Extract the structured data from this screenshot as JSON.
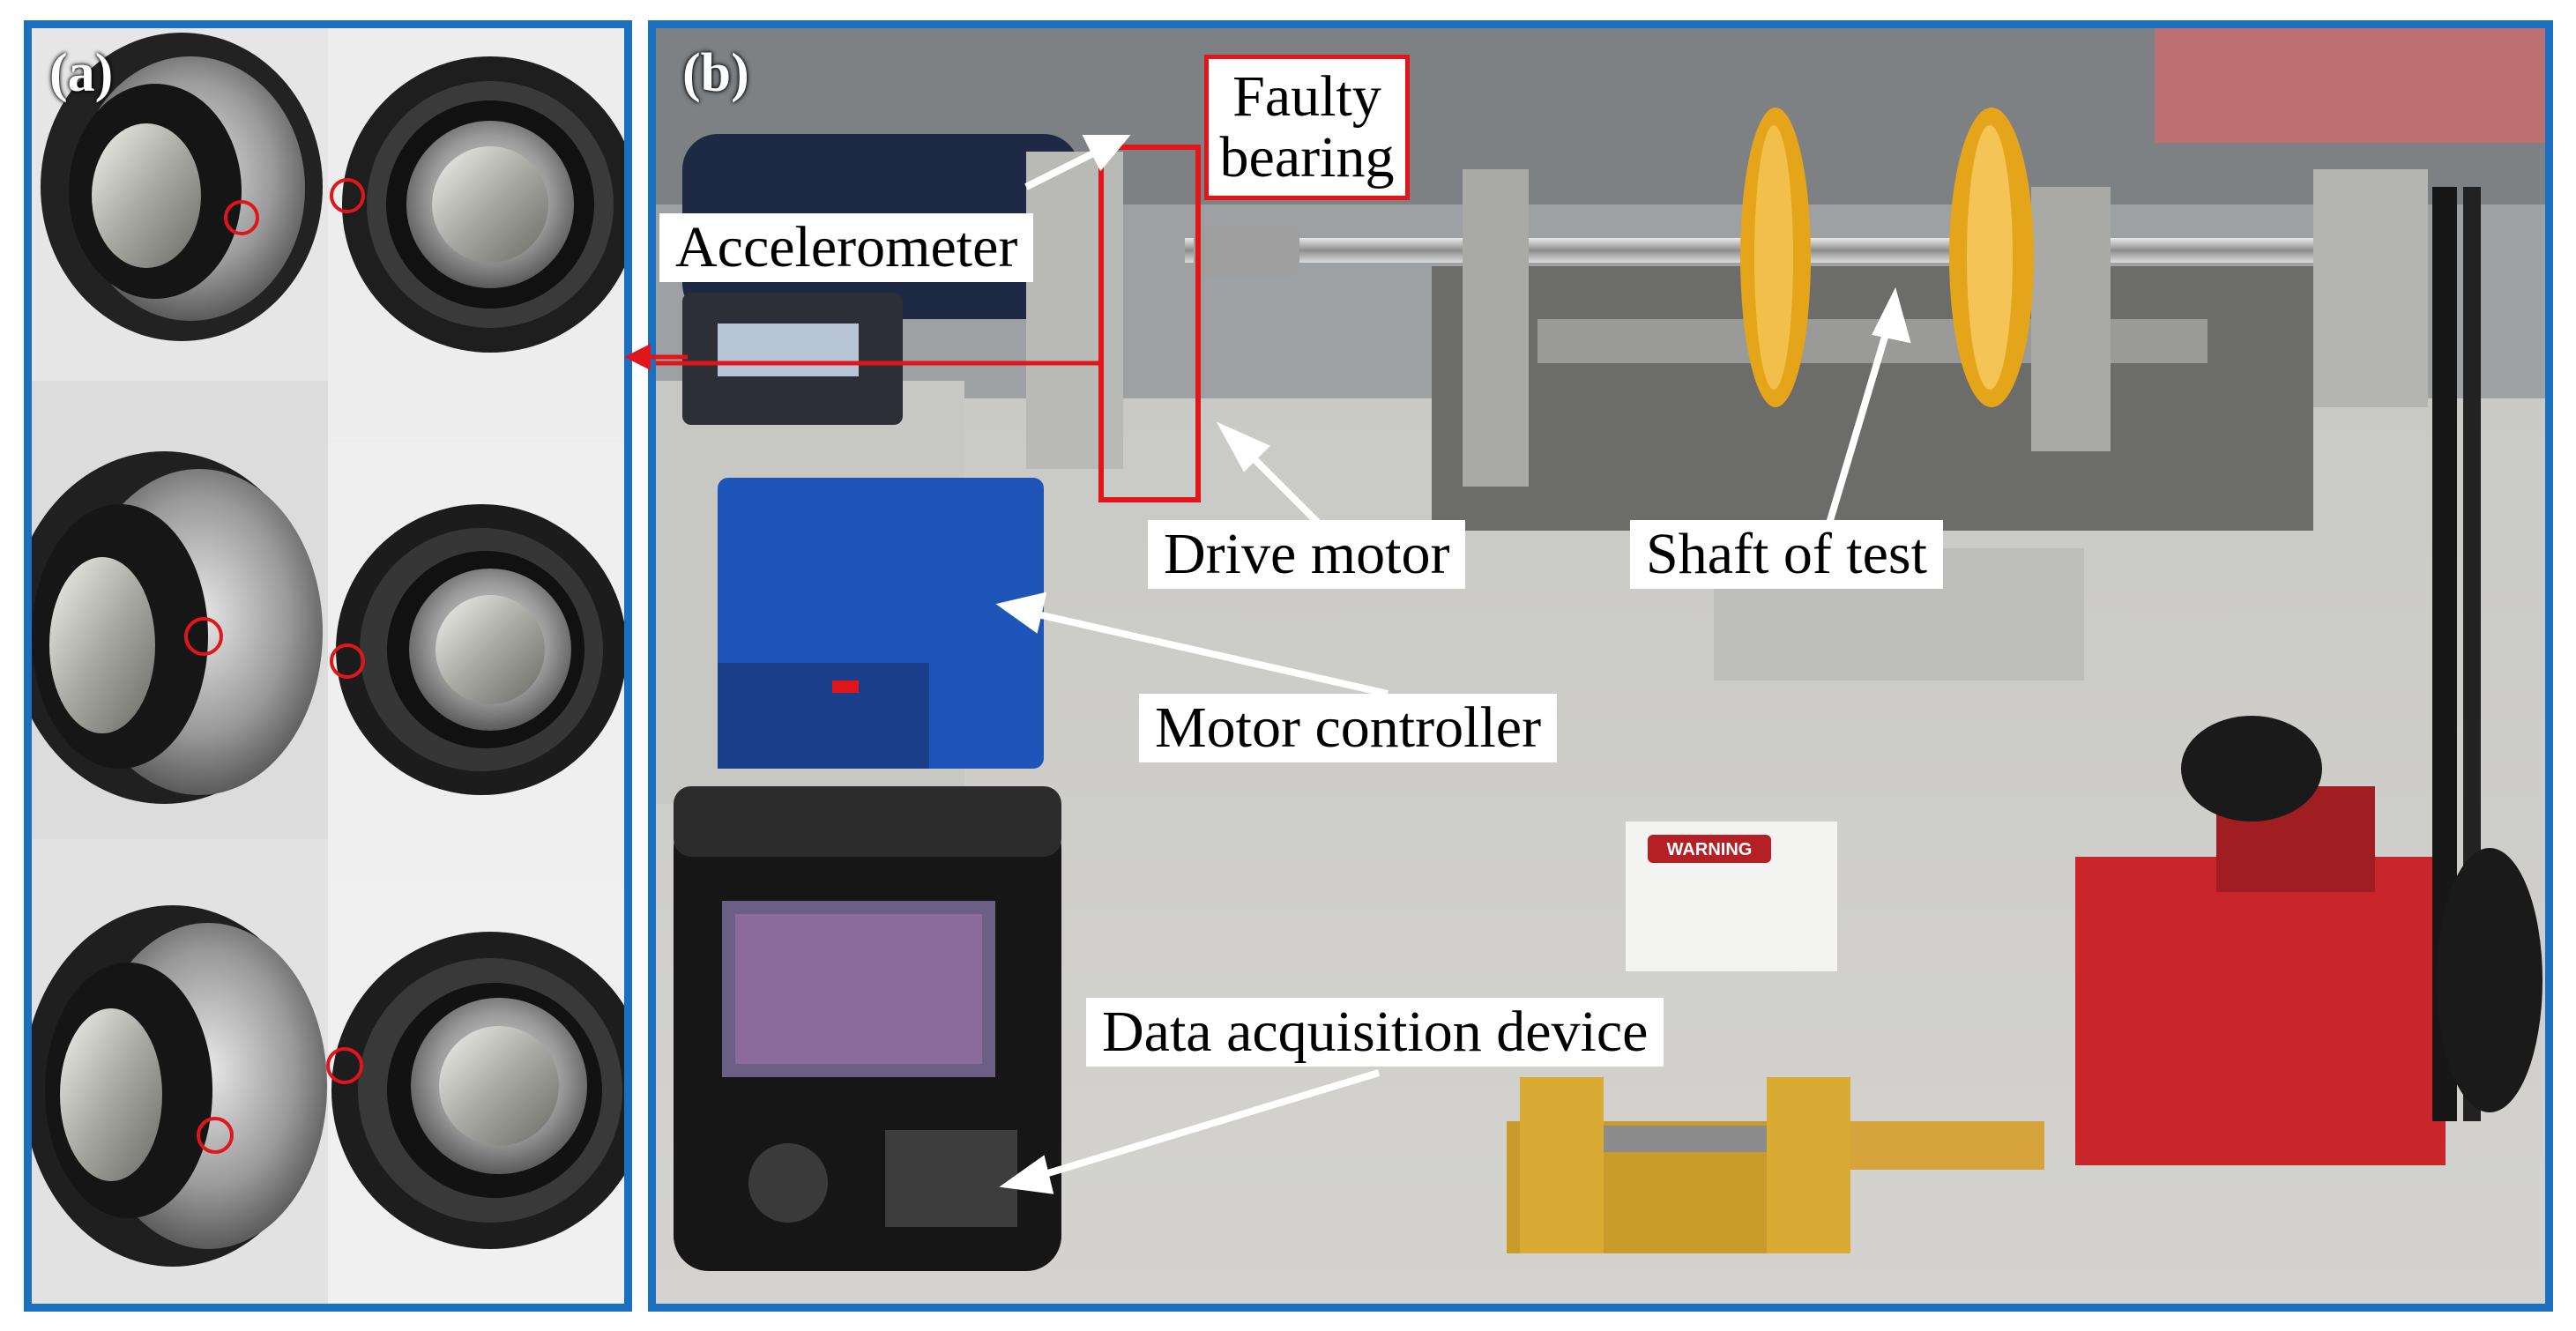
{
  "figure": {
    "panel_a": {
      "letter": "(a)",
      "photos": [
        "bearing-photo",
        "bearing-photo",
        "bearing-photo",
        "bearing-photo",
        "bearing-photo",
        "bearing-photo"
      ]
    },
    "panel_b": {
      "letter": "(b)",
      "labels": {
        "faulty_bearing_line1": "Faulty",
        "faulty_bearing_line2": "bearing",
        "accelerometer": "Accelerometer",
        "drive_motor": "Drive motor",
        "shaft_of_test": "Shaft of test",
        "motor_controller": "Motor controller",
        "data_acquisition_device": "Data acquisition device"
      },
      "warning_sign": "WARNING"
    },
    "colors": {
      "panel_border": "#1b6fc0",
      "highlight": "#e0161b",
      "label_background": "#ffffff",
      "rotor_disc": "#e5a51a",
      "controller_blue": "#1f55b8",
      "gearbox_red": "#c8262b"
    }
  }
}
